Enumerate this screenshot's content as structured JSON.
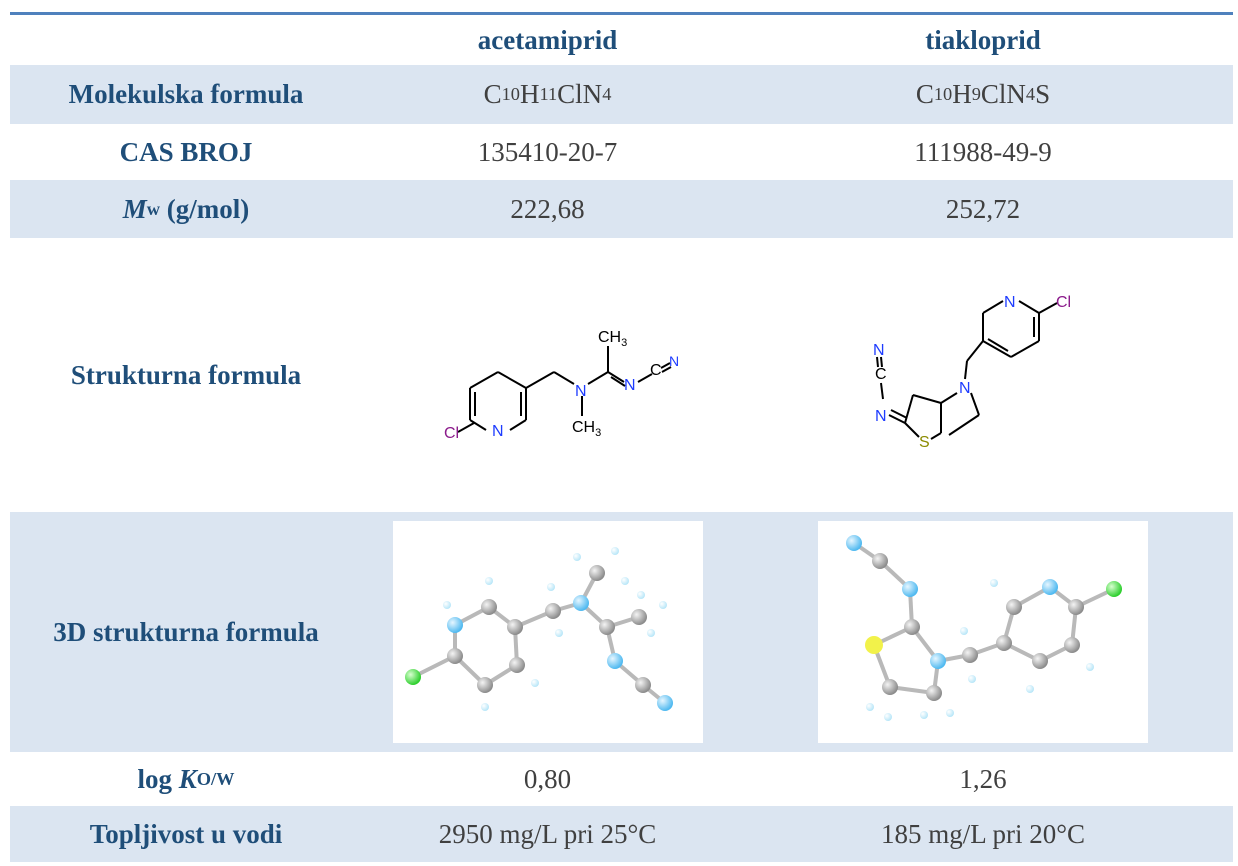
{
  "header": {
    "col1": "acetamiprid",
    "col2": "tiakloprid"
  },
  "rows": {
    "formula": {
      "label": "Molekulska formula",
      "acetamiprid": {
        "p1": "C",
        "s1": "10",
        "p2": "H",
        "s2": "11",
        "p3": "ClN",
        "s3": "4",
        "p4": ""
      },
      "tiakloprid": {
        "p1": "C",
        "s1": "10",
        "p2": "H",
        "s2": "9",
        "p3": "ClN",
        "s3": "4",
        "p4": "S"
      }
    },
    "cas": {
      "label": "CAS BROJ",
      "acetamiprid": "135410-20-7",
      "tiakloprid": "111988-49-9"
    },
    "mw": {
      "label_main": "M",
      "label_sub": "w",
      "label_rest": " (g/mol)",
      "acetamiprid": "222,68",
      "tiakloprid": "252,72"
    },
    "structure": {
      "label": "Strukturna formula",
      "atoms": {
        "cl": "Cl",
        "n": "N",
        "c": "C",
        "s": "S",
        "ch3": "CH",
        "ch3_sub": "3"
      }
    },
    "structure3d": {
      "label": "3D strukturna formula"
    },
    "logk": {
      "label_main": "log ",
      "label_k": "K",
      "label_sub": "O/W",
      "acetamiprid": "0,80",
      "tiakloprid": "1,26"
    },
    "solubility": {
      "label": "Topljivost u vodi",
      "acetamiprid": "2950 mg/L pri 25°C",
      "tiakloprid": "185 mg/L pri 20°C"
    }
  },
  "colors": {
    "header_text": "#1f4e79",
    "row_shade": "#dbe5f1",
    "rule": "#4f81bd",
    "value_text": "#404040",
    "atom_n": "#1e3cff",
    "atom_cl": "#8b1a8b",
    "atom_s": "#8b8b00"
  }
}
